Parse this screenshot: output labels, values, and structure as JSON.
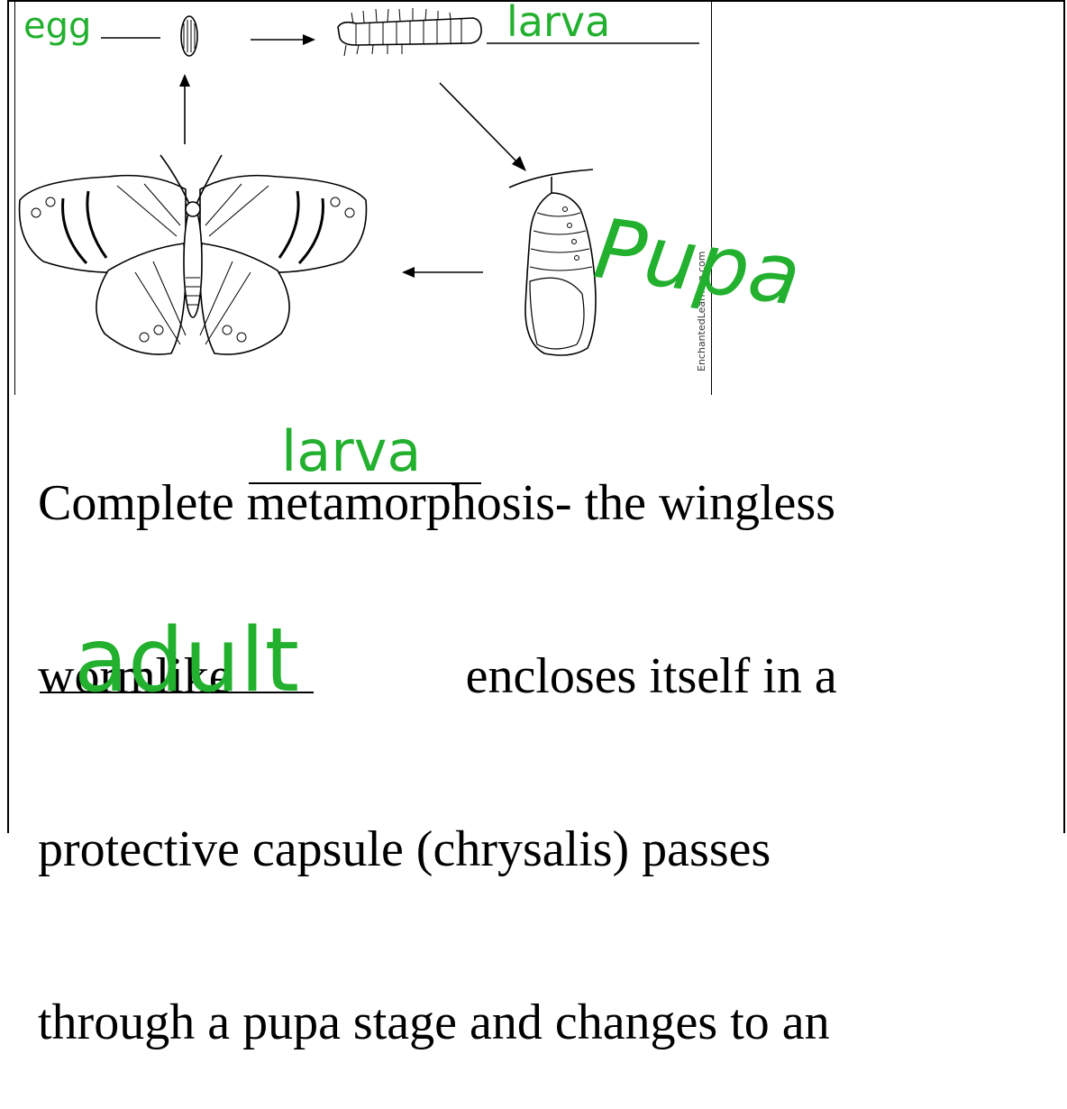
{
  "diagram": {
    "stage_labels": {
      "egg": "egg",
      "larva": "larva",
      "pupa": "Pupa"
    },
    "watermark": "EnchantedLearning.com"
  },
  "body": {
    "line1": "Complete metamorphosis- the wingless",
    "line2_before": "wormlike",
    "line2_after": "encloses itself in a",
    "line3": "protective capsule (chrysalis) passes",
    "line4": "through a pupa stage and changes to an"
  },
  "answers": {
    "blank1": "larva",
    "blank2": "adult"
  },
  "colors": {
    "handwriting": "#23b02f"
  }
}
